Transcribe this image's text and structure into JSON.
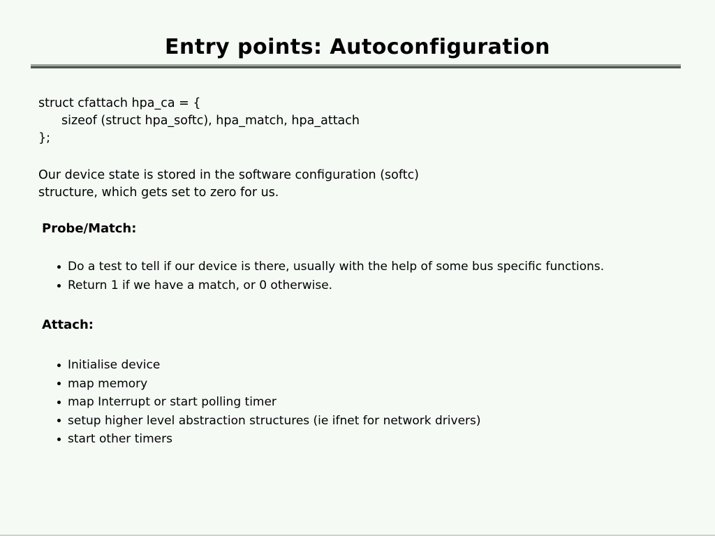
{
  "slide": {
    "title": "Entry points: Autoconfiguration",
    "code_lines": [
      "struct cfattach hpa_ca = {",
      "sizeof (struct hpa_softc), hpa_match, hpa_attach",
      "};"
    ],
    "paragraph_lines": [
      "Our device state is stored in the software configuration (softc)",
      "structure, which gets set to zero for us."
    ],
    "sections": [
      {
        "heading": "Probe/Match:",
        "bullets": [
          "Do a test to tell if our device is there, usually with the help of some bus specific functions.",
          "Return 1 if we have a match, or 0 otherwise."
        ]
      },
      {
        "heading": "Attach:",
        "bullets": [
          "Initialise device",
          "map memory",
          "map Interrupt or start polling timer",
          "setup higher level abstraction structures (ie ifnet for network drivers)",
          "start other timers"
        ]
      }
    ],
    "colors": {
      "background": "#f5faf5",
      "text": "#000000",
      "rule_top": "#9aa29a",
      "rule_bottom": "#4e544e"
    }
  }
}
